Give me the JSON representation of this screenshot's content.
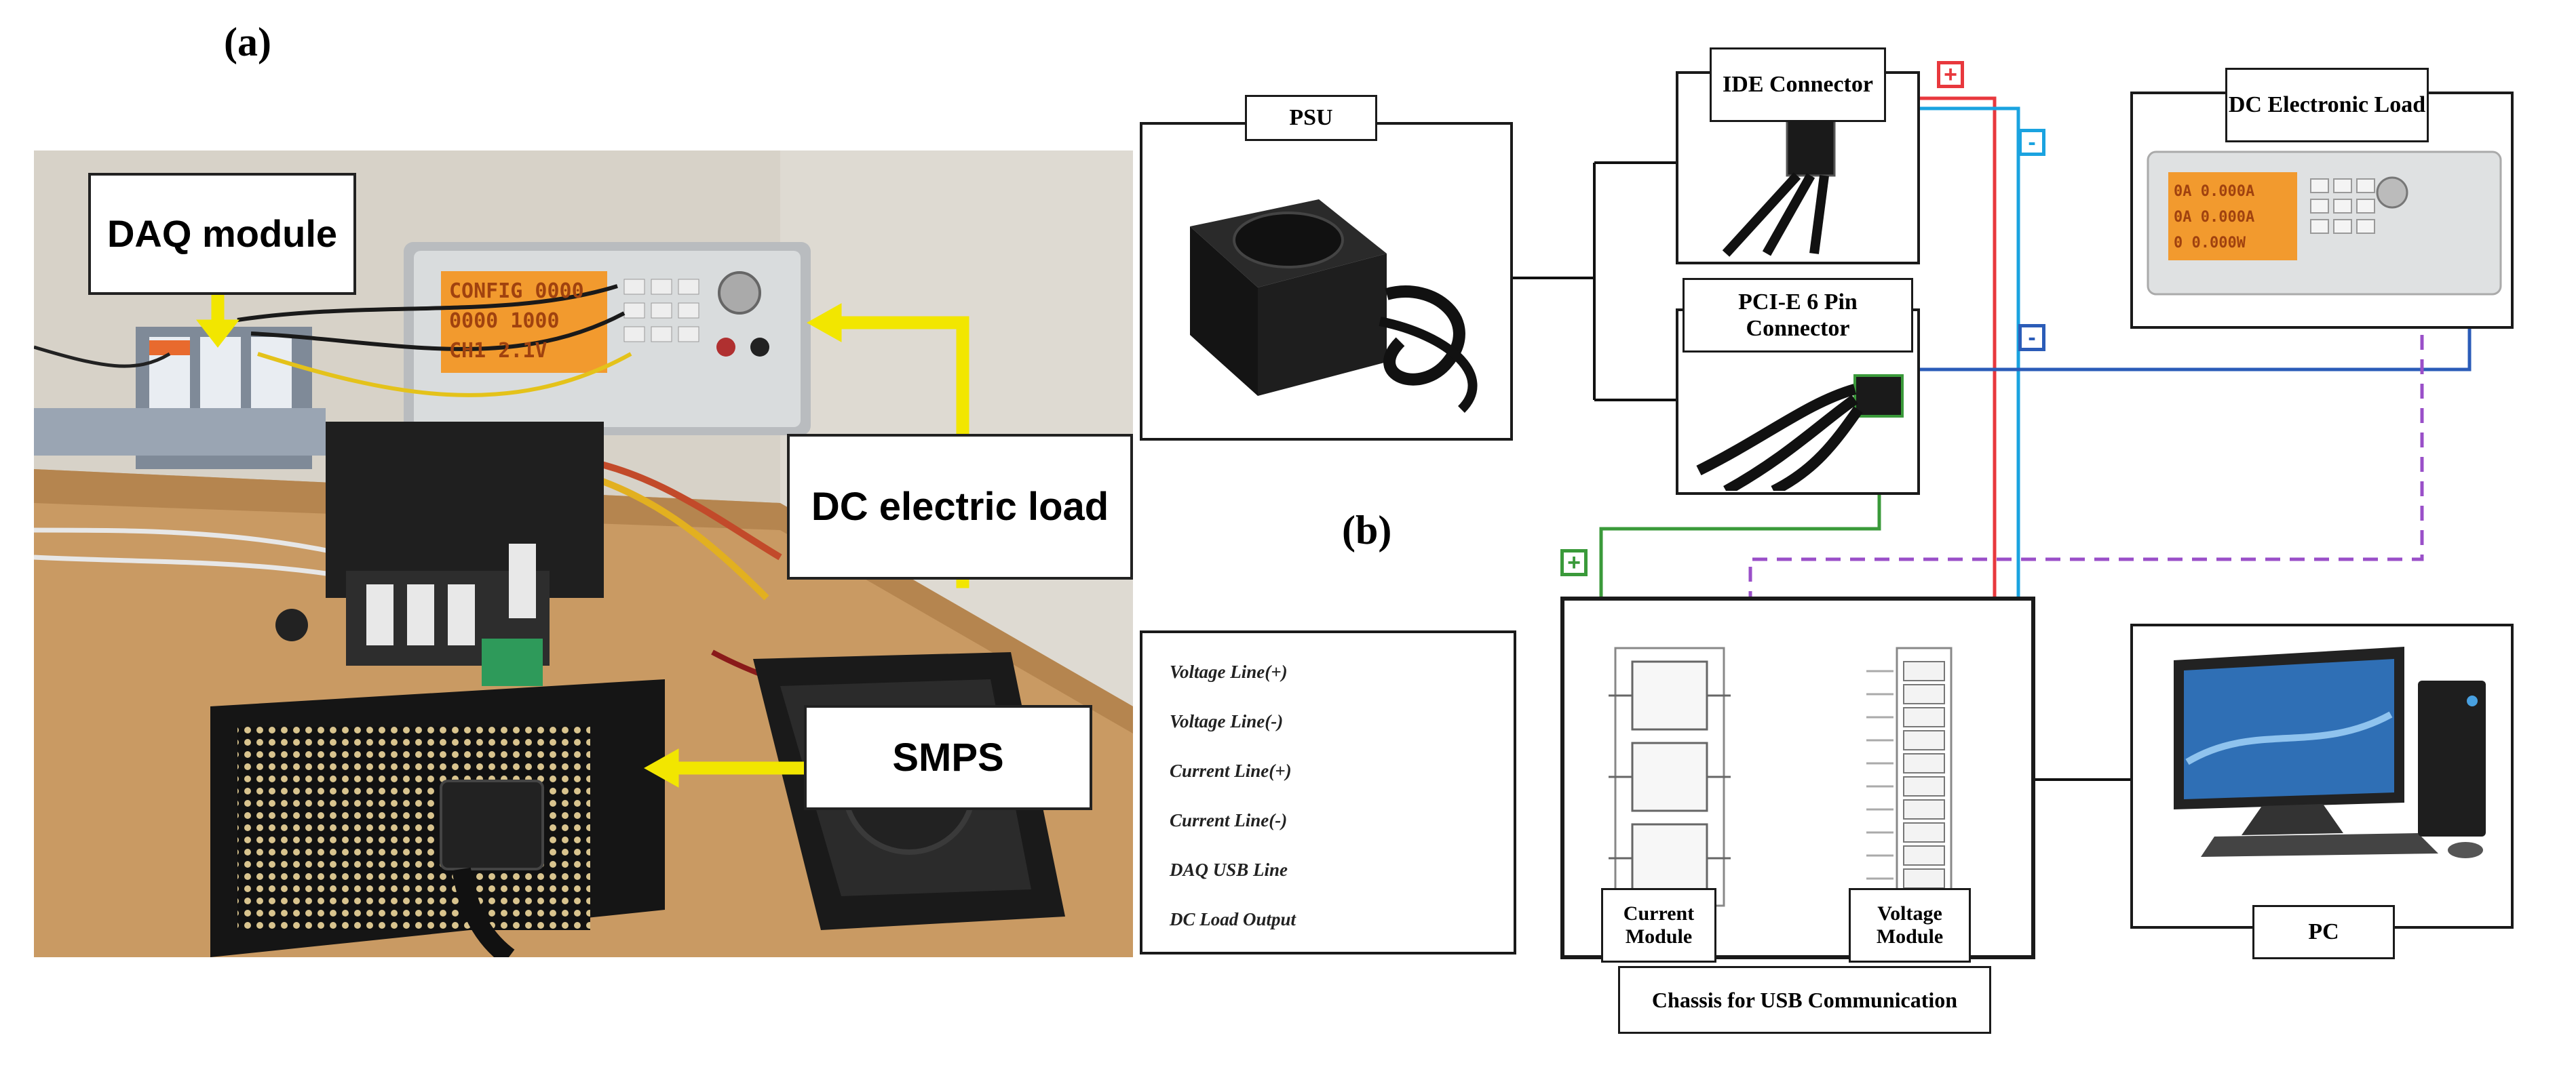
{
  "labels": {
    "a": "(a)",
    "b": "(b)"
  },
  "photo_callouts": {
    "daq": "DAQ module",
    "dc_load": "DC electric load",
    "smps": "SMPS"
  },
  "lcd": {
    "line1": "CONFIG 0000",
    "line2": "0000 1000",
    "line3": "CH1 2.1V"
  },
  "dc_lcd": {
    "line1": "0A 0.000A",
    "line2": "0A 0.000A",
    "line3": "0 0.000W"
  },
  "boxes": {
    "psu": "PSU",
    "ide": "IDE Connector",
    "pcie": "PCI-E 6 Pin Connector",
    "dc_load": "DC Electronic Load",
    "chassis": "Chassis for USB Communication",
    "current_module": "Current Module",
    "voltage_module": "Voltage Module",
    "pc": "PC"
  },
  "signs": {
    "v_plus": "+",
    "v_minus": "-",
    "c_minus": "-",
    "c_plus": "+"
  },
  "legend": [
    {
      "label": "Voltage Line(+)",
      "color": "#e8383d",
      "style": "solid"
    },
    {
      "label": "Voltage Line(-)",
      "color": "#1aa3e0",
      "style": "solid"
    },
    {
      "label": "Current Line(+)",
      "color": "#3a9a3a",
      "style": "solid"
    },
    {
      "label": "Current Line(-)",
      "color": "#2b5cb8",
      "style": "solid"
    },
    {
      "label": "DAQ USB Line",
      "color": "#111111",
      "style": "solid"
    },
    {
      "label": "DC Load Output",
      "color": "#9a4fc8",
      "style": "dashed"
    }
  ],
  "colors": {
    "voltage_plus": "#e8383d",
    "voltage_minus": "#1aa3e0",
    "current_plus": "#3a9a3a",
    "current_minus": "#2b5cb8",
    "usb": "#111111",
    "dc_output": "#9a4fc8",
    "arrow": "#f2e600",
    "module_divider": "#f0b429"
  }
}
